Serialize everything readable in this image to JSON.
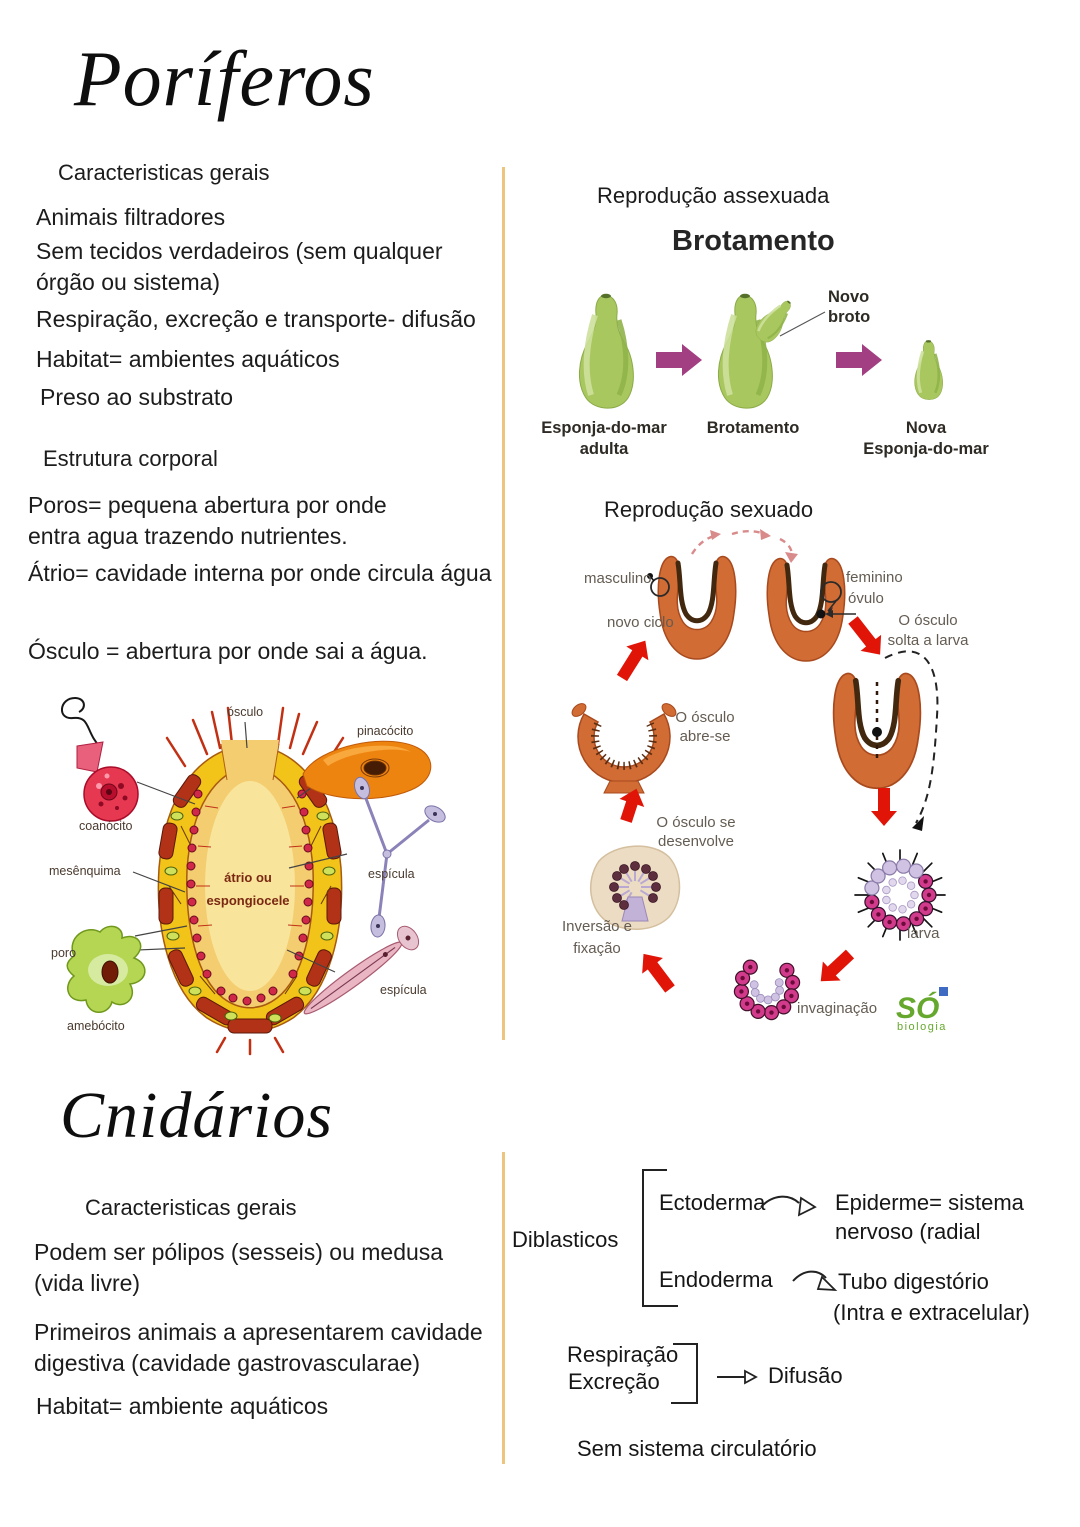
{
  "colors": {
    "divider": "#ecc57f",
    "red_arrow": "#e11408",
    "purple_arrow": "#a23f82",
    "green_sponge": "#a9c75f",
    "orange_sponge": "#d06c34",
    "logo_green": "#66a82e"
  },
  "poriferos": {
    "title": "Poríferos",
    "caracteristicas_heading": "Caracteristicas gerais",
    "bullets": [
      "Animais filtradores",
      "Sem tecidos verdadeiros (sem qualquer órgão ou sistema)",
      "Respiração, excreção e transporte- difusão",
      "Habitat= ambientes aquáticos",
      "Preso ao substrato"
    ],
    "estrutura_heading": "Estrutura corporal",
    "estrutura_items": [
      "Poros= pequena abertura por onde entra agua trazendo nutrientes.",
      "Átrio= cavidade interna por onde circula água",
      "Ósculo = abertura por onde sai a água."
    ],
    "anatomia": {
      "osculo": "ósculo",
      "pinacocito": "pinacócito",
      "coanocito": "coanócito",
      "mesenquima": "mesênquima",
      "poro": "poro",
      "atrio_line1": "átrio ou",
      "atrio_line2": "espongiocele",
      "espicula_top": "espícula",
      "espicula_bottom": "espícula",
      "amebocito": "amebócito"
    }
  },
  "reproducao_assexuada": {
    "heading": "Reprodução assexuada",
    "title": "Brotamento",
    "novo_broto_line1": "Novo",
    "novo_broto_line2": "broto",
    "label_adulta_line1": "Esponja-do-mar",
    "label_adulta_line2": "adulta",
    "label_brotamento": "Brotamento",
    "label_nova_line1": "Nova",
    "label_nova_line2": "Esponja-do-mar"
  },
  "reproducao_sexuada": {
    "heading": "Reprodução sexuado",
    "masculino": "masculino",
    "novo_ciclo": "novo ciclo",
    "feminino": "feminino",
    "ovulo": "óvulo",
    "osculo_solta_line1": "O ósculo",
    "osculo_solta_line2": "solta a larva",
    "osculo_abre_line1": "O ósculo",
    "osculo_abre_line2": "abre-se",
    "osculo_desenvolve_line1": "O ósculo se",
    "osculo_desenvolve_line2": "desenvolve",
    "inversao_line1": "Inversão e",
    "inversao_line2": "fixação",
    "larva": "larva",
    "invaginacao": "invaginação",
    "logo_text": "SÓ",
    "logo_sub": "biologia"
  },
  "cnidarios": {
    "title": "Cnidários",
    "caracteristicas_heading": "Caracteristicas gerais",
    "bullets": [
      "Podem ser pólipos (sesseis) ou medusa (vida livre)",
      "Primeiros animais a apresentarem cavidade digestiva (cavidade gastrovascularae)",
      "Habitat= ambiente aquáticos"
    ],
    "diagram": {
      "diblasticos": "Diblasticos",
      "ectoderma": "Ectoderma",
      "epiderme_line1": "Epiderme= sistema",
      "epiderme_line2": "nervoso (radial",
      "endoderma": "Endoderma",
      "tubo_line1": "Tubo digestório",
      "tubo_line2": "(Intra e extracelular)",
      "respiracao": "Respiração",
      "excrecao": "Excreção",
      "difusao": "Difusão",
      "sem_sistema": "Sem sistema circulatório"
    }
  }
}
